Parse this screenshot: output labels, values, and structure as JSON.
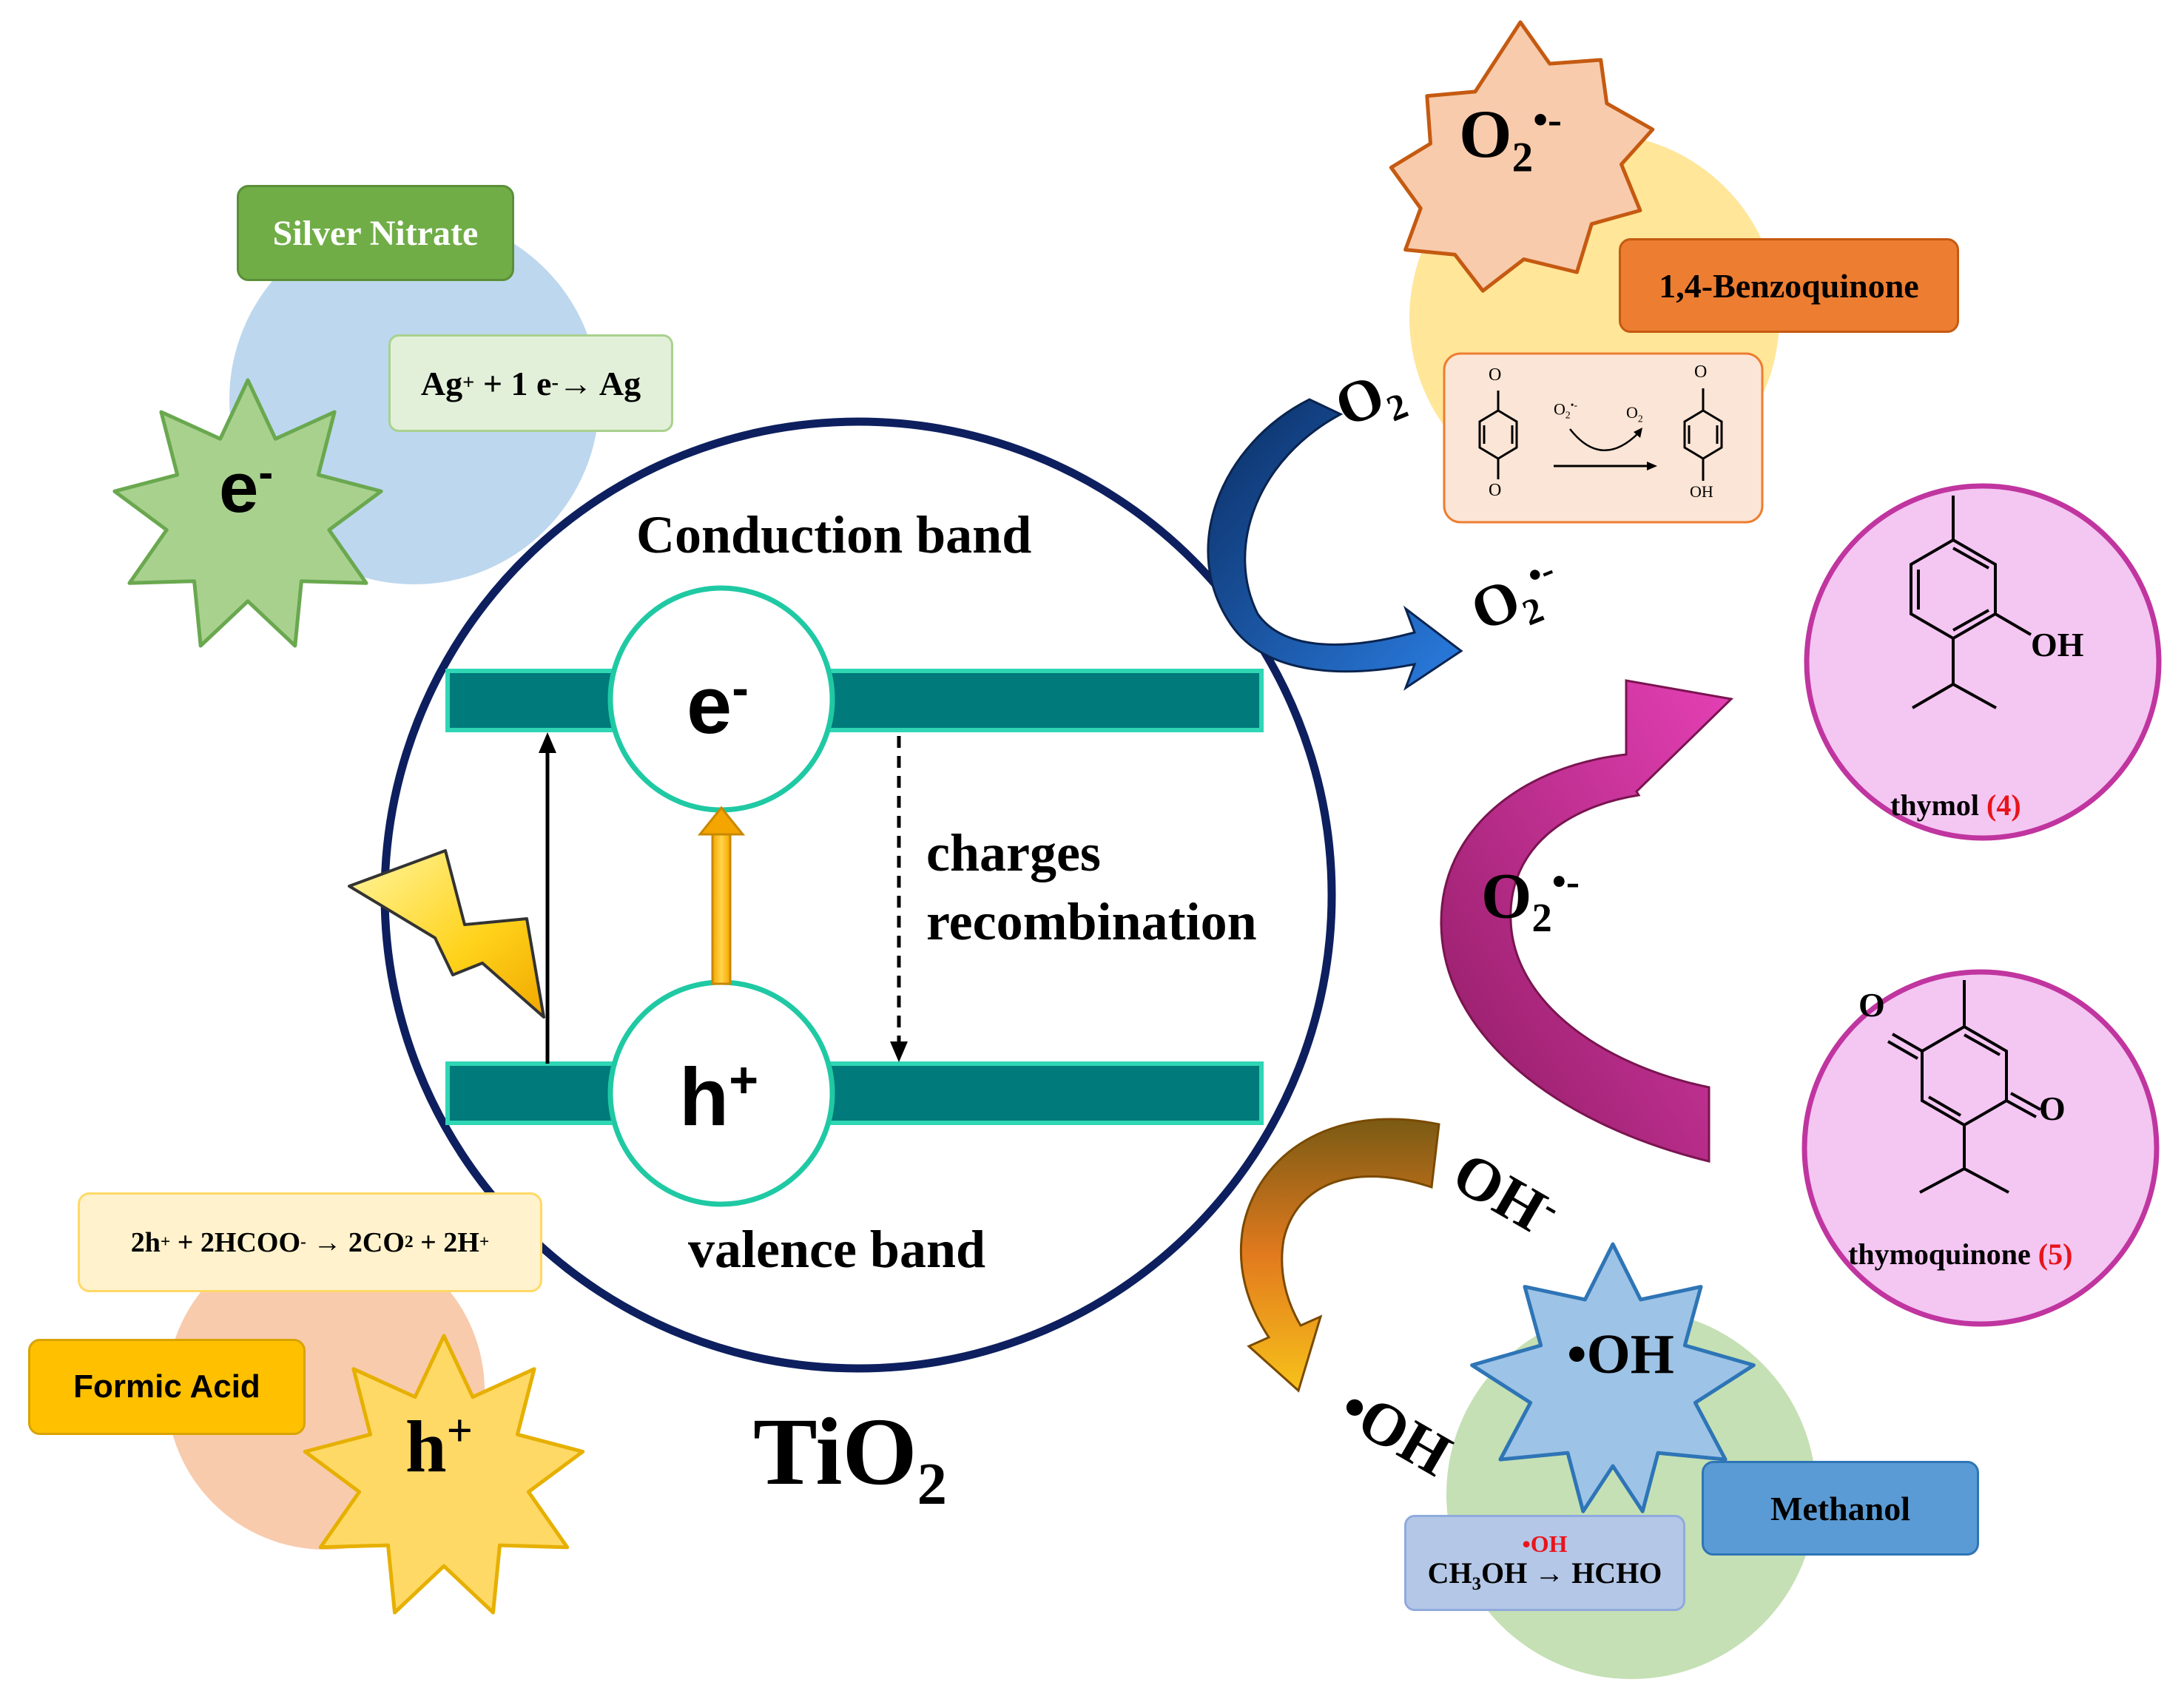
{
  "center": {
    "conduction_band": "Conduction band",
    "valence_band": "valence band",
    "electron": "e",
    "electron_sup": "-",
    "hole": "h",
    "hole_sup": "+",
    "recombination_line1": "charges",
    "recombination_line2": "recombination",
    "catalyst_main": "TiO",
    "catalyst_sub": "2"
  },
  "silver": {
    "label": "Silver Nitrate",
    "reaction_a": "Ag",
    "reaction_a_sup": "+",
    "reaction_b": " + 1 e",
    "reaction_b_sup": "-",
    "reaction_c": "→ Ag",
    "star_main": "e",
    "star_sup": "-"
  },
  "formic": {
    "label": "Formic Acid",
    "reaction_a": "2h",
    "reaction_a_sup": "+",
    "reaction_b": " + 2HCOO",
    "reaction_b_sup": "-",
    "reaction_c": " → 2CO",
    "reaction_c_sub": "2",
    "reaction_d": " + 2H",
    "reaction_d_sup": "+",
    "star_main": "h",
    "star_sup": "+"
  },
  "benzoquinone": {
    "label": "1,4-Benzoquinone",
    "star_main": "O",
    "star_sub": "2",
    "star_sup": "•-",
    "scheme_reagent": "O",
    "scheme_reagent_sub": "2",
    "scheme_reagent_sup": "•-",
    "scheme_product": "O",
    "scheme_product_sub": "2",
    "atom_o": "O",
    "atom_o_radical": "O",
    "atom_oh": "OH"
  },
  "arrows": {
    "o2_in_main": "O",
    "o2_in_sub": "2",
    "o2_out_main": "O",
    "o2_out_sub": "2",
    "o2_out_sup": "•-",
    "superoxide_main": "O",
    "superoxide_sub": "2",
    "superoxide_sup": "•-",
    "hydroxide_main": "OH",
    "hydroxide_sup": "-",
    "hydroxyl_out": "•OH"
  },
  "thymol": {
    "name": "thymol",
    "number": "(4)",
    "oh": "OH"
  },
  "thymoquinone": {
    "name": "thymoquinone",
    "number": "(5)",
    "o_left": "O",
    "o_right": "O"
  },
  "methanol": {
    "label": "Methanol",
    "star": "•OH",
    "reaction_catalyst": "•OH",
    "reaction_a": "CH",
    "reaction_a_sub": "3",
    "reaction_b": "OH → HCHO"
  },
  "colors": {
    "band": "#007a7a",
    "band_border": "#2fd6b4",
    "ring": "#0d1f5e",
    "silver_box": "#70ad47",
    "silver_star": "#a9d18e",
    "silver_bubble": "#bdd7ee",
    "formic_box": "#ffc000",
    "formic_star": "#ffd966",
    "formic_bubble": "#f8cbad",
    "bq_box": "#ed7d31",
    "bq_star": "#f8cbad",
    "bq_bubble": "#ffe699",
    "methanol_box": "#5b9bd5",
    "methanol_star": "#9dc3e6",
    "methanol_bubble": "#c5e0b4",
    "product_circle": "#f4c6f2",
    "product_border": "#c0359f",
    "superoxide_arrow": "#c0307f",
    "o2_arrow": "#1e4e9c"
  }
}
